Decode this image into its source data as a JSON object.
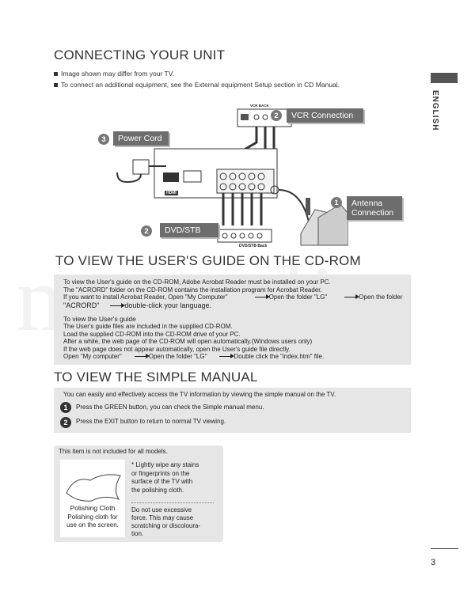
{
  "header": {
    "title": "CONNECTING YOUR UNIT",
    "bullets": [
      "Image shown may differ from your TV.",
      "To connect an additional equipment, see the External equipment Setup section in CD Manual."
    ],
    "language": "ENGLISH"
  },
  "diagram": {
    "callouts": {
      "vcr": {
        "num": "2",
        "label": "VCR Connection"
      },
      "power": {
        "num": "3",
        "label": "Power Cord"
      },
      "antenna": {
        "num": "1",
        "label_1": "Antenna",
        "label_2": "Connection"
      },
      "dvd": {
        "num": "2",
        "label": "DVD/STB"
      }
    },
    "small_labels": {
      "vcr_back": "VCR BACK",
      "dvd_back": "DVD/STB Back",
      "hdmi": "HDMI"
    }
  },
  "guide": {
    "title": "TO VIEW THE USER'S GUIDE ON THE CD-ROM",
    "p1_line1": "To view the User's guide on the CD-ROM, Adobe Acrobat Reader must be installed on your PC.",
    "p1_line2": "The \"ACRORD\" folder on the CD-ROM contains the installation program for Acrobat Reader.",
    "p1_line3a": "If you want to install Acrobat Reader, Open \"My Computer\"",
    "p1_line3b": "Open the folder \"LG\"",
    "p1_line3c": "Open the folder",
    "p1_line4a": "\"ACRORD\"",
    "p1_line4b": "double-click your language.",
    "p2_line1": "To view the User's guide",
    "p2_line2": "The User's guide files are included in the supplied CD-ROM.",
    "p2_line3": "Load the supplied CD-ROM into the CD-ROM drive of your PC.",
    "p2_line4": "After a while, the web page of the CD-ROM will open automatically.(Windows users only)",
    "p2_line5": "If the web page does not appear automatically, open the User's guide file directly.",
    "p2_line6a": "Open \"My computer\"",
    "p2_line6b": "Open the folder \"LG\"",
    "p2_line6c": "Double click the \"index.htm\" file."
  },
  "simple": {
    "title": "TO VIEW THE SIMPLE MANUAL",
    "intro": "You can easily and effectively access the TV information by viewing the simple manual on the TV.",
    "steps": [
      {
        "num": "1",
        "text": "Press the GREEN button, you can check the Simple manual menu."
      },
      {
        "num": "2",
        "text": "Press the EXIT button to return to normal TV viewing."
      }
    ]
  },
  "cloth": {
    "note": "This item is not included for all models.",
    "name": "Polishing Cloth",
    "desc_1": "Polishing cloth for",
    "desc_2": "use on the screen.",
    "tip_1": [
      "* Lightly wipe any stains",
      "or fingerprints on the",
      "surface of the TV with",
      "the polishing cloth."
    ],
    "tip_2": [
      "Do not use excessive",
      "force. This may cause",
      "scratching or discoloura-",
      "tion."
    ]
  },
  "watermark": "manuali",
  "footer": {
    "page": "3"
  }
}
